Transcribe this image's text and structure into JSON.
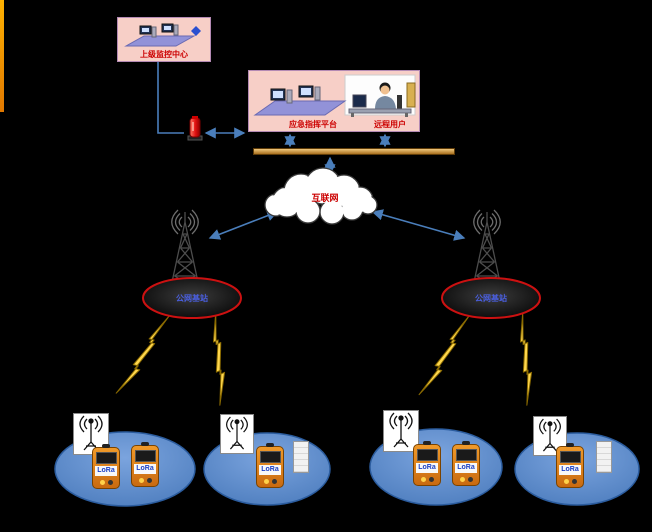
{
  "nodes": {
    "monitor_center": {
      "label": "上级监控中心"
    },
    "platform": {
      "label": "应急指挥平台"
    },
    "remote_user": {
      "label": "远程用户"
    },
    "internet": {
      "label": "互联网"
    },
    "station_left": {
      "label": "公网基站"
    },
    "station_right": {
      "label": "公网基站"
    },
    "lora": {
      "label": "LoRa"
    }
  },
  "icons": {
    "alarm_beacon": "alarm-beacon-icon",
    "cell_tower": "cell-tower-icon",
    "lora_antenna": "antenna-icon",
    "gas_detector": "gas-detector-icon",
    "wireless_bolt": "lightning-bolt-icon",
    "internet_cloud": "cloud-icon"
  },
  "colors": {
    "background": "#000000",
    "panel_fill": "#f7cfc7",
    "arrow_blue": "#4a7ebb",
    "label_red": "#cc0000",
    "lora_blue": "#1b3fc4",
    "group_ellipse": "#5d8bcd",
    "station_ring": "#cc1111",
    "bolt_yellow": "#ffd74d",
    "bus_bar_tan": "#d9a24a",
    "left_strip_orange": "#f08a00"
  }
}
